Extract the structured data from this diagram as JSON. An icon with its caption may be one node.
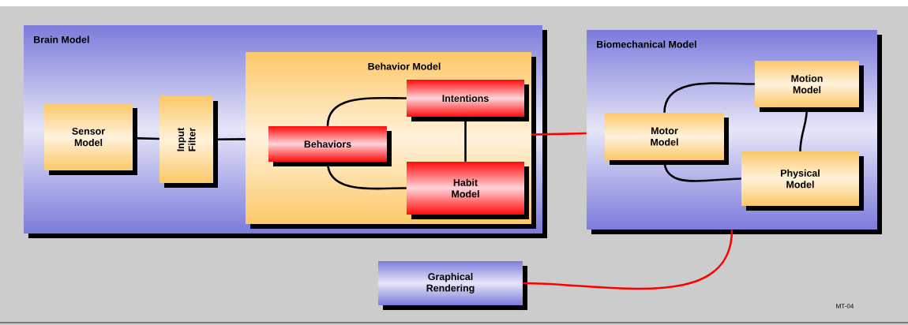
{
  "diagram": {
    "nodes": [
      {
        "text": [
          "Brain Model"
        ]
      },
      {
        "text": [
          "Sensor Model"
        ],
        "in": 0
      },
      {
        "text": [
          "Input Filter"
        ],
        "in": 0
      },
      {
        "text": [
          "Behavior Model"
        ],
        "in": 0
      },
      {
        "text": [
          "Behaviors"
        ],
        "in": 3
      },
      {
        "text": [
          "Intentions"
        ],
        "in": 3
      },
      {
        "text": [
          "Habit Model"
        ],
        "in": 3
      },
      {
        "text": [
          "Biomechanical Model"
        ]
      },
      {
        "text": [
          "Motion Model"
        ],
        "in": 7
      },
      {
        "text": [
          "Motor Model"
        ],
        "in": 7
      },
      {
        "text": [
          "Physical Model"
        ],
        "in": 7
      },
      {
        "text": [
          "Graphical Rendering"
        ]
      }
    ],
    "edges": [
      {
        "from": 1,
        "to": 2,
        "arrow": "none"
      },
      {
        "from": 2,
        "to": 3,
        "arrow": "none"
      },
      {
        "from": 4,
        "to": 5,
        "arrow": "none"
      },
      {
        "from": 4,
        "to": 6,
        "arrow": "none"
      },
      {
        "from": 5,
        "to": 6,
        "arrow": "none"
      },
      {
        "from": 3,
        "to": 7,
        "arrow": "none",
        "color": "#ff0000"
      },
      {
        "from": 9,
        "to": 8,
        "arrow": "none"
      },
      {
        "from": 9,
        "to": 10,
        "arrow": "none"
      },
      {
        "from": 8,
        "to": 10,
        "arrow": "none"
      },
      {
        "from": 11,
        "to": 7,
        "arrow": "none",
        "color": "#ff0000"
      }
    ],
    "labels": [
      "MT-04"
    ]
  }
}
